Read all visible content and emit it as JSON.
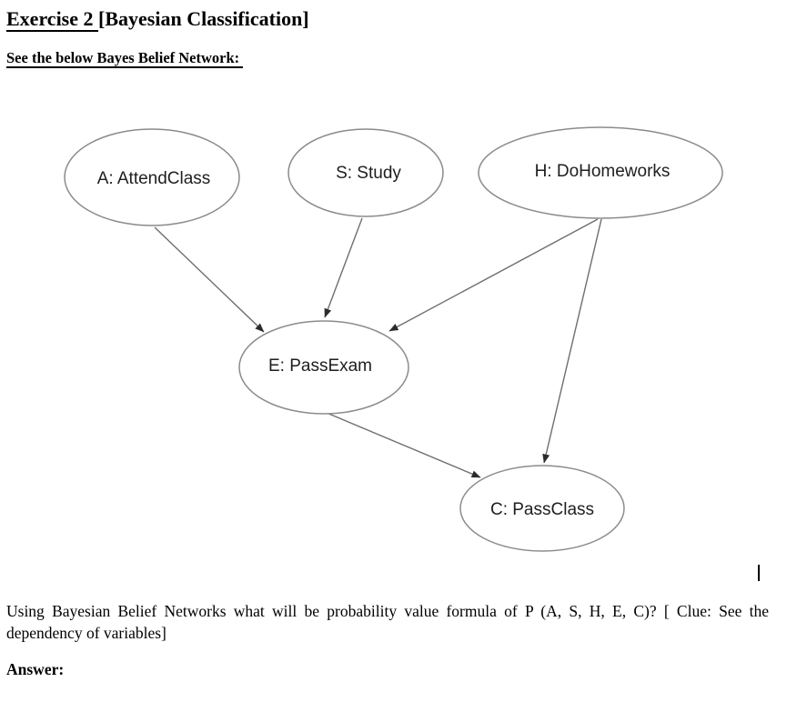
{
  "page": {
    "title_underlined": "Exercise 2 ",
    "title_rest": "[Bayesian Classification]",
    "subtitle": "See the below Bayes Belief Network: ",
    "question": "Using Bayesian Belief Networks what will be probability value formula of P (A, S, H, E, C)? [ Clue: See the dependency of variables]",
    "answer_label": "Answer:"
  },
  "diagram": {
    "type": "bayesian-belief-network",
    "nodes": [
      {
        "id": "A",
        "label": "A: AttendClass"
      },
      {
        "id": "S",
        "label": "S: Study"
      },
      {
        "id": "H",
        "label": "H: DoHomeworks"
      },
      {
        "id": "E",
        "label": "E: PassExam"
      },
      {
        "id": "C",
        "label": "C: PassClass"
      }
    ],
    "edges": [
      {
        "from": "A",
        "to": "E"
      },
      {
        "from": "S",
        "to": "E"
      },
      {
        "from": "H",
        "to": "E"
      },
      {
        "from": "H",
        "to": "C"
      },
      {
        "from": "E",
        "to": "C"
      }
    ],
    "colors": {
      "node_stroke": "#8b8b8b",
      "edge_stroke": "#6e6e6e",
      "arrowhead": "#2b2b2b",
      "label": "#1e1e1e"
    }
  },
  "caret": {
    "symbol": "|"
  }
}
